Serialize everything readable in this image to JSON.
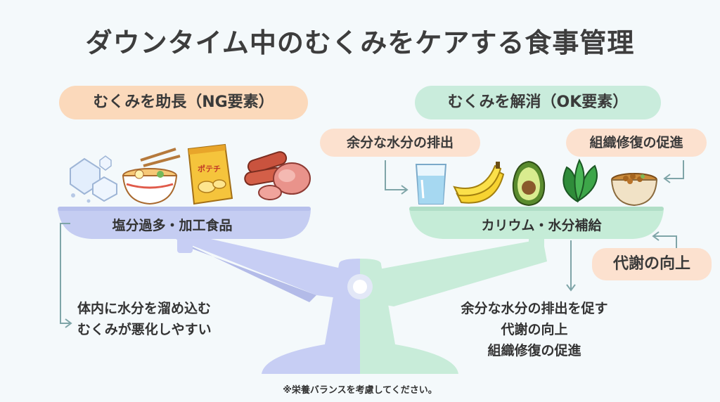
{
  "title": "ダウンタイム中のむくみをケアする食事管理",
  "ng": {
    "header": "むくみを助長（NG要素）",
    "label": "塩分過多・加工食品",
    "desc": [
      "体内に水分を溜め込む",
      "むくみが悪化しやすい"
    ],
    "chip_text": "ポテチ"
  },
  "ok": {
    "header": "むくみを解消（OK要素）",
    "label": "カリウム・水分補給",
    "tag_excrete": "余分な水分の排出",
    "tag_repair": "組織修復の促進",
    "tag_metabolism": "代謝の向上",
    "desc": [
      "余分な水分の排出を促す",
      "代謝の向上",
      "組織修復の促進"
    ]
  },
  "note": "※栄養バランスを考慮してください。",
  "colors": {
    "ng_pill": "#fbd9bb",
    "ok_pill": "#c9ecdc",
    "tag": "#fce1cf",
    "ng_pan": "#c5cdf2",
    "ok_pan": "#c5ecd7",
    "arrow": "#7fa5a8"
  },
  "icons": [
    "salt-crystal-icon",
    "ramen-bowl-icon",
    "potato-chips-bag-icon",
    "sausage-ham-icon",
    "water-glass-icon",
    "banana-icon",
    "avocado-icon",
    "spinach-icon",
    "natto-bowl-icon"
  ]
}
